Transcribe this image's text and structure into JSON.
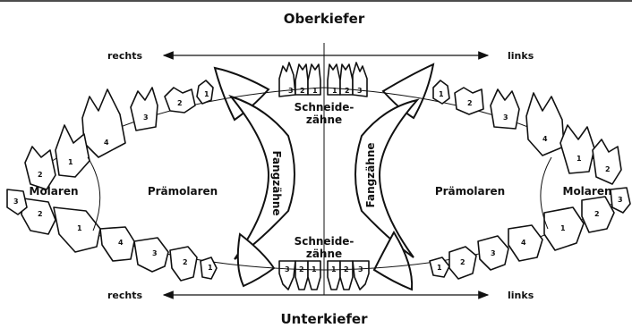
{
  "titles": {
    "upper_jaw": "Oberkiefer",
    "lower_jaw": "Unterkiefer"
  },
  "directions": {
    "right": "rechts",
    "left": "links"
  },
  "regions": {
    "incisors_line1": "Schneide-",
    "incisors_line2": "zähne",
    "canines": "Fangzähne",
    "premolars": "Prämolaren",
    "molars": "Molaren"
  },
  "tooth_numbers": {
    "upper_incisors": [
      "3",
      "2",
      "1",
      "1",
      "2",
      "3"
    ],
    "lower_incisors": [
      "3",
      "2",
      "1",
      "1",
      "2",
      "3"
    ],
    "upper_right_premolars": [
      "1",
      "2",
      "3",
      "4"
    ],
    "upper_right_molars": [
      "1",
      "2"
    ],
    "lower_right_premolars": [
      "1",
      "2",
      "3",
      "4"
    ],
    "lower_right_molars": [
      "1",
      "2",
      "3"
    ],
    "upper_left_premolars": [
      "1",
      "2",
      "3",
      "4"
    ],
    "upper_left_molars": [
      "1",
      "2"
    ],
    "lower_left_premolars": [
      "1",
      "2",
      "3",
      "4"
    ],
    "lower_left_molars": [
      "1",
      "2",
      "3"
    ]
  }
}
